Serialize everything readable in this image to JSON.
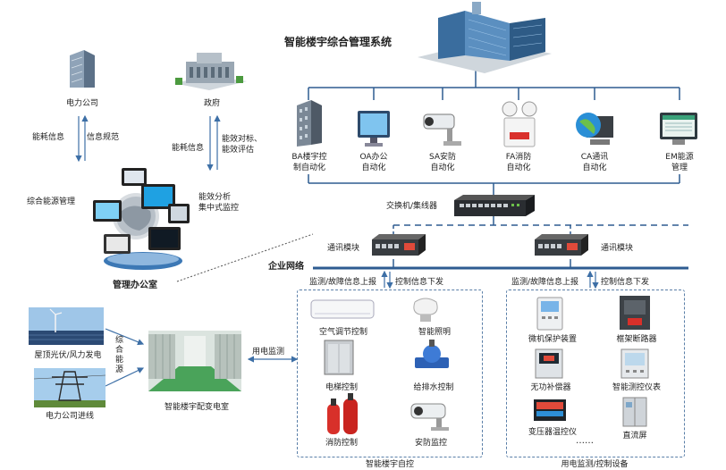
{
  "title": "智能楼宇综合管理系统",
  "subsystems": [
    {
      "line1": "BA楼宇控",
      "line2": "制自动化"
    },
    {
      "line1": "OA办公",
      "line2": "自动化"
    },
    {
      "line1": "SA安防",
      "line2": "自动化"
    },
    {
      "line1": "FA消防",
      "line2": "自动化"
    },
    {
      "line1": "CA通讯",
      "line2": "自动化"
    },
    {
      "line1": "EM能源",
      "line2": "管理"
    }
  ],
  "power_company": "电力公司",
  "government": "政府",
  "energy_info_1": "能耗信息",
  "energy_regulation": "信息规范",
  "energy_info_2": "能耗信息",
  "efficiency_line1": "能效对标、",
  "efficiency_line2": "能效评估",
  "comprehensive_energy_mgmt": "综合能源管理",
  "analysis_line1": "能效分析",
  "analysis_line2": "集中式监控",
  "management_office": "管理办公室",
  "switch": "交换机/集线器",
  "comm_module_1": "通讯模块",
  "comm_module_2": "通讯模块",
  "enterprise_network": "企业网络",
  "left_upload": "监测/故障信息上报",
  "left_download": "控制信息下发",
  "right_upload": "监测/故障信息上报",
  "right_download": "控制信息下发",
  "rooftop": "屋顶光伏/风力发电",
  "grid_inlet": "电力公司进线",
  "comprehensive_energy_vertical": "综合能源",
  "substation": "智能楼宇配变电室",
  "power_monitoring": "用电监测",
  "automation_items": [
    "空气调节控制",
    "智能照明",
    "电梯控制",
    "给排水控制",
    "消防控制",
    "安防监控"
  ],
  "automation_box_title": "智能楼宇自控",
  "device_items": [
    "微机保护装置",
    "框架断路器",
    "无功补偿器",
    "智能测控仪表",
    "变压器温控仪",
    "直流屏"
  ],
  "ellipsis": "……",
  "device_box_title": "用电监测/控制设备"
}
